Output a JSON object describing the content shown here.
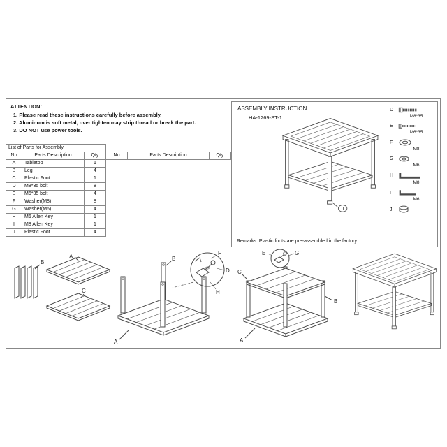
{
  "attention": {
    "title": "ATTENTION:",
    "lines": [
      "1. Please read these instructions carefully before assembly.",
      "2. Aluminum is soft metal, over tighten may strip thread or break the part.",
      "3. DO NOT use power tools."
    ]
  },
  "parts_table": {
    "title": "List of Parts for Assembly",
    "headers": [
      "No",
      "Parts Description",
      "Qty",
      "No",
      "Parts Description",
      "Qty"
    ],
    "rows": [
      {
        "no": "A",
        "desc": "Tabletop",
        "qty": "1"
      },
      {
        "no": "B",
        "desc": "Leg",
        "qty": "4"
      },
      {
        "no": "C",
        "desc": "Plastic Foot",
        "qty": "1"
      },
      {
        "no": "D",
        "desc": "M8*35 bolt",
        "qty": "8"
      },
      {
        "no": "E",
        "desc": "M6*35 bolt",
        "qty": "4"
      },
      {
        "no": "F",
        "desc": "Washer(M8)",
        "qty": "8"
      },
      {
        "no": "G",
        "desc": "Washer(M6)",
        "qty": "4"
      },
      {
        "no": "H",
        "desc": "M6 Allen Key",
        "qty": "1"
      },
      {
        "no": "I",
        "desc": "M8 Allen Key",
        "qty": "1"
      },
      {
        "no": "J",
        "desc": "Plastic Foot",
        "qty": "4"
      }
    ]
  },
  "assembly_box": {
    "title": "ASSEMBLY INSTRUCTION",
    "model": "HA-1269-ST-1",
    "hardware": [
      {
        "no": "D",
        "label": "M8*35",
        "type": "bolt"
      },
      {
        "no": "E",
        "label": "M6*35",
        "type": "bolt"
      },
      {
        "no": "F",
        "label": "M8",
        "type": "washer"
      },
      {
        "no": "G",
        "label": "M6",
        "type": "washer"
      },
      {
        "no": "H",
        "label": "M8",
        "type": "allen-key"
      },
      {
        "no": "I",
        "label": "M6",
        "type": "allen-key"
      },
      {
        "no": "J",
        "label": "",
        "type": "plastic-foot"
      }
    ],
    "remarks": "Remarks: Plastic foots are pre-assembled in the factory."
  },
  "part_labels": {
    "A": "A",
    "B": "B",
    "C": "C",
    "D": "D",
    "E": "E",
    "F": "F",
    "G": "G",
    "H": "H",
    "I": "I",
    "J": "J"
  },
  "colors": {
    "line": "#4a4a4a",
    "border": "#888888",
    "text": "#111111"
  }
}
